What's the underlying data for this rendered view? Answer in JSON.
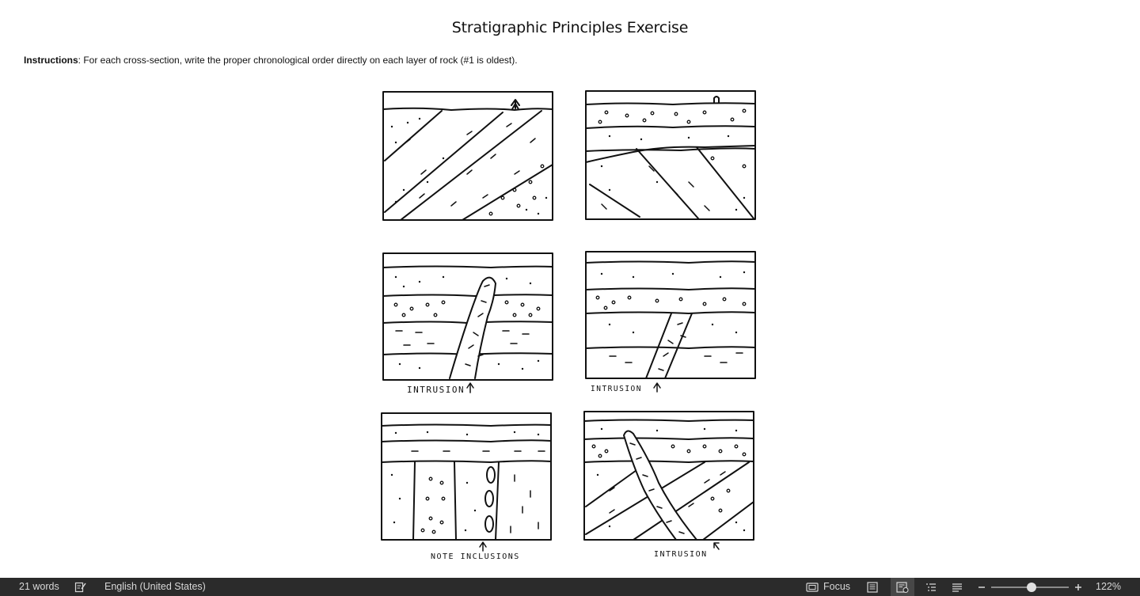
{
  "document": {
    "title": "Stratigraphic Principles Exercise",
    "instructions_label": "Instructions",
    "instructions_text": ": For each cross-section, write the proper chronological order directly on each layer of rock (#1 is oldest)."
  },
  "figure": {
    "captions": {
      "panel3": "INTRUSION",
      "panel4": "INTRUSION",
      "panel5": "NOTE INCLUSIONS",
      "panel6": "INTRUSION"
    }
  },
  "status_bar": {
    "word_count": "21 words",
    "language": "English (United States)",
    "focus_label": "Focus",
    "zoom_level": "122%",
    "zoom_fraction": 0.52,
    "icons": {
      "proofing": "proofing-icon",
      "focus": "focus-icon",
      "print_layout": "print-layout-icon",
      "web_layout": "web-layout-icon",
      "outline": "outline-icon",
      "draft": "draft-icon",
      "zoom_out": "minus-icon",
      "zoom_in": "plus-icon"
    }
  }
}
